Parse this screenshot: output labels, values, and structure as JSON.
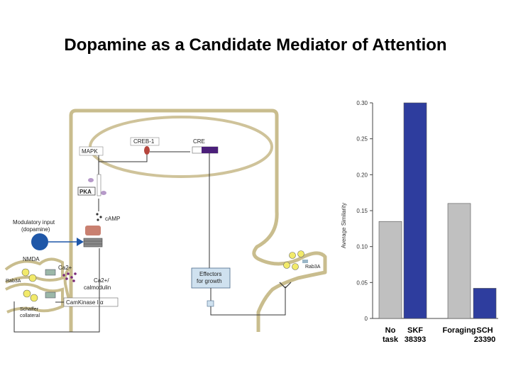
{
  "slide": {
    "title": "Dopamine as a Candidate Mediator of Attention"
  },
  "diagram": {
    "labels": {
      "creb": "CREB-1",
      "cre": "CRE",
      "mapk": "MAPK",
      "pka": "PKA",
      "camp": "cAMP",
      "modulatory_line1": "Modulatory input",
      "modulatory_line2": "(dopamine)",
      "nmda": "NMDA",
      "ca": "Ca2+",
      "ca_calmodulin_line1": "Ca2+/",
      "ca_calmodulin_line2": "calmodulin",
      "rab3a_left": "Rab3A",
      "rab3a_right": "Rab3A",
      "camkinase": "CamKinase IIα",
      "schaffer_line1": "Schaffer",
      "schaffer_line2": "collateral",
      "effectors_line1": "Effectors",
      "effectors_line2": "for growth"
    },
    "colors": {
      "membrane": "#c9bd8e",
      "nucleus": "#cfc39a",
      "dopamine": "#1f57a8",
      "receptor": "#c98070",
      "cre_box": "#4b1f7a",
      "effector_box": "#cfe1ef"
    }
  },
  "chart_data": {
    "type": "bar",
    "categories": [
      "No task",
      "SKF 38393",
      "Foraging",
      "SCH 23390"
    ],
    "category_labels": [
      [
        "No",
        "task"
      ],
      [
        "SKF",
        "38393"
      ],
      [
        "Foraging",
        ""
      ],
      [
        "SCH",
        "23390"
      ]
    ],
    "values": [
      0.135,
      0.3,
      0.16,
      0.042
    ],
    "bar_colors": [
      "#c0c0c0",
      "#2e3d9e",
      "#c0c0c0",
      "#2e3d9e"
    ],
    "ylabel": "Average Similarity",
    "xlabel": "",
    "ylim": [
      0,
      0.3
    ],
    "yticks": [
      "0",
      "0.05",
      "0.10",
      "0.15",
      "0.20",
      "0.25",
      "0.30"
    ],
    "ytick_values": [
      0,
      0.05,
      0.1,
      0.15,
      0.2,
      0.25,
      0.3
    ],
    "grid": false
  }
}
